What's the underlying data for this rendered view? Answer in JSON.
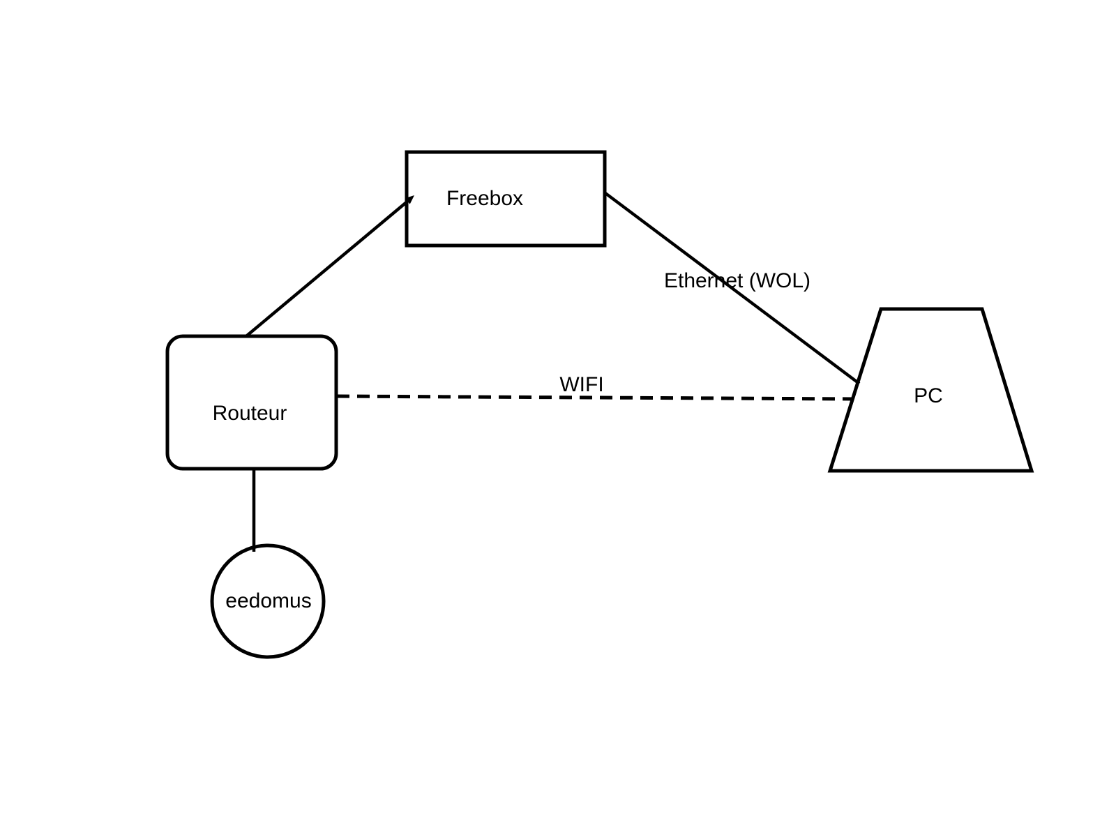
{
  "canvas": {
    "background_color": "#ffffff",
    "stroke_color": "#000000"
  },
  "nodes": {
    "freebox": {
      "label": "Freebox",
      "shape": "rectangle"
    },
    "routeur": {
      "label": "Routeur",
      "shape": "rounded-rectangle"
    },
    "pc": {
      "label": "PC",
      "shape": "trapezoid"
    },
    "eedomus": {
      "label": "eedomus",
      "shape": "circle"
    }
  },
  "connections": {
    "routeur_to_freebox": {
      "from": "Routeur",
      "to": "Freebox",
      "style": "solid-with-arrowhead"
    },
    "freebox_to_pc": {
      "from": "Freebox",
      "to": "PC",
      "style": "solid",
      "label": "Ethernet (WOL)"
    },
    "routeur_to_pc": {
      "from": "Routeur",
      "to": "PC",
      "style": "dashed",
      "label": "WIFI"
    },
    "routeur_to_eedomus": {
      "from": "Routeur",
      "to": "eedomus",
      "style": "solid"
    }
  }
}
